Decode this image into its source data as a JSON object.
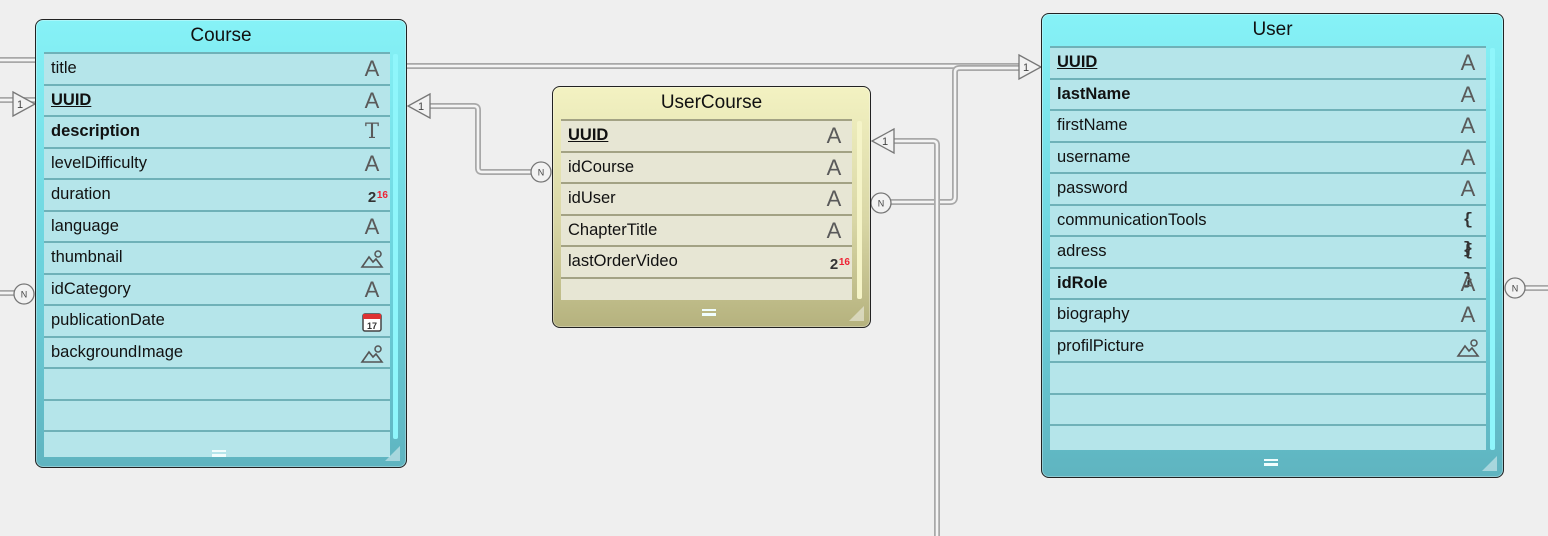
{
  "tables": {
    "course": {
      "title": "Course",
      "fields": [
        {
          "name": "title",
          "type": "text-icon",
          "style": "normal"
        },
        {
          "name": "UUID",
          "type": "text-icon",
          "style": "pk"
        },
        {
          "name": "description",
          "type": "longtext-icon",
          "style": "bold"
        },
        {
          "name": "levelDifficulty",
          "type": "text-icon",
          "style": "normal"
        },
        {
          "name": "duration",
          "type": "integer-icon",
          "style": "normal"
        },
        {
          "name": "language",
          "type": "text-icon",
          "style": "normal"
        },
        {
          "name": "thumbnail",
          "type": "picture-icon",
          "style": "normal"
        },
        {
          "name": "idCategory",
          "type": "text-icon",
          "style": "normal"
        },
        {
          "name": "publicationDate",
          "type": "date-icon",
          "style": "normal"
        },
        {
          "name": "backgroundImage",
          "type": "picture-icon",
          "style": "normal"
        }
      ]
    },
    "usercourse": {
      "title": "UserCourse",
      "fields": [
        {
          "name": "UUID",
          "type": "text-icon",
          "style": "pk"
        },
        {
          "name": "idCourse",
          "type": "text-icon",
          "style": "normal"
        },
        {
          "name": "idUser",
          "type": "text-icon",
          "style": "normal"
        },
        {
          "name": "ChapterTitle",
          "type": "text-icon",
          "style": "normal"
        },
        {
          "name": "lastOrderVideo",
          "type": "integer-icon",
          "style": "normal"
        }
      ]
    },
    "user": {
      "title": "User",
      "fields": [
        {
          "name": "UUID",
          "type": "text-icon",
          "style": "pk"
        },
        {
          "name": "lastName",
          "type": "text-icon",
          "style": "bold"
        },
        {
          "name": "firstName",
          "type": "text-icon",
          "style": "normal"
        },
        {
          "name": "username",
          "type": "text-icon",
          "style": "normal"
        },
        {
          "name": "password",
          "type": "text-icon",
          "style": "normal"
        },
        {
          "name": "communicationTools",
          "type": "object-icon",
          "style": "normal"
        },
        {
          "name": "adress",
          "type": "object-icon",
          "style": "normal"
        },
        {
          "name": "idRole",
          "type": "text-icon",
          "style": "bold"
        },
        {
          "name": "biography",
          "type": "text-icon",
          "style": "normal"
        },
        {
          "name": "profilPicture",
          "type": "picture-icon",
          "style": "normal"
        }
      ]
    }
  },
  "glyphs": {
    "text": "A",
    "longtext": "T",
    "object": "{ }",
    "integer_base": "2",
    "integer_exp": "16",
    "date_day": "17"
  },
  "relations": {
    "one_label": "1",
    "many_label": "N"
  },
  "colors": {
    "table_cyan": "#6cd2dc",
    "table_tan": "#d9d7a6",
    "canvas": "#efefef"
  }
}
